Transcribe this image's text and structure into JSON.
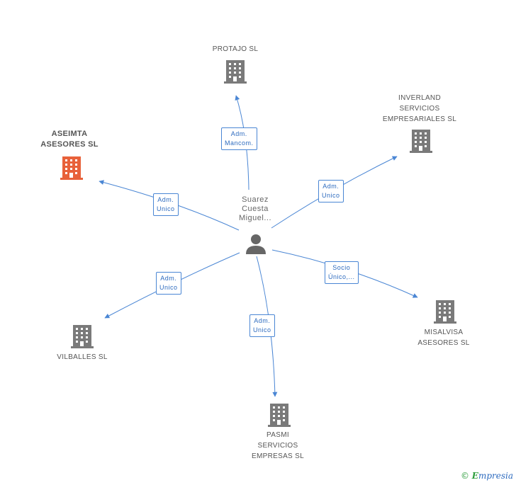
{
  "center": {
    "name_lines": [
      "Suarez",
      "Cuesta",
      "Miguel..."
    ],
    "icon": "person-icon"
  },
  "nodes": [
    {
      "id": "protajo",
      "lines": [
        "PROTAJO SL"
      ],
      "color": "#7a7a7a"
    },
    {
      "id": "inverland",
      "lines": [
        "INVERLAND",
        "SERVICIOS",
        "EMPRESARIALES SL"
      ],
      "color": "#7a7a7a"
    },
    {
      "id": "aseimta",
      "lines": [
        "ASEIMTA",
        "ASESORES SL"
      ],
      "color": "#e8613a"
    },
    {
      "id": "vilballes",
      "lines": [
        "VILBALLES SL"
      ],
      "color": "#7a7a7a"
    },
    {
      "id": "pasmi",
      "lines": [
        "PASMI",
        "SERVICIOS",
        "EMPRESAS SL"
      ],
      "color": "#7a7a7a"
    },
    {
      "id": "misalvisa",
      "lines": [
        "MISALVISA",
        "ASESORES SL"
      ],
      "color": "#7a7a7a"
    }
  ],
  "edges": [
    {
      "to": "protajo",
      "label_lines": [
        "Adm.",
        "Mancom."
      ]
    },
    {
      "to": "inverland",
      "label_lines": [
        "Adm.",
        "Unico"
      ]
    },
    {
      "to": "aseimta",
      "label_lines": [
        "Adm.",
        "Unico"
      ]
    },
    {
      "to": "vilballes",
      "label_lines": [
        "Adm.",
        "Unico"
      ]
    },
    {
      "to": "pasmi",
      "label_lines": [
        "Adm.",
        "Unico"
      ]
    },
    {
      "to": "misalvisa",
      "label_lines": [
        "Socio",
        "Único,..."
      ]
    }
  ],
  "brand": {
    "copyright": "©",
    "initial": "E",
    "rest": "mpresia"
  },
  "colors": {
    "edge": "#4a86d4",
    "building": "#7a7a7a",
    "focus": "#e8613a",
    "person": "#666666"
  }
}
